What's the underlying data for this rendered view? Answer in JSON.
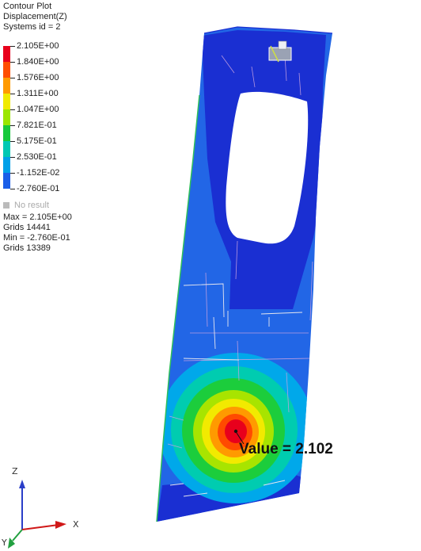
{
  "legend": {
    "title": "Contour Plot",
    "subtitle": "Displacement(Z)",
    "system": "Systems id = 2",
    "levels": [
      {
        "label": "2.105E+00",
        "color": "#e8001c"
      },
      {
        "label": "1.840E+00",
        "color": "#ff4d00"
      },
      {
        "label": "1.576E+00",
        "color": "#ff9a00"
      },
      {
        "label": "1.311E+00",
        "color": "#f0ea00"
      },
      {
        "label": "1.047E+00",
        "color": "#9be600"
      },
      {
        "label": "7.821E-01",
        "color": "#18c93c"
      },
      {
        "label": "5.175E-01",
        "color": "#00c8b4"
      },
      {
        "label": "2.530E-01",
        "color": "#00a0e8"
      },
      {
        "label": "-1.152E-02",
        "color": "#1a5ee8"
      },
      {
        "label": "-2.760E-01",
        "color": "#1e24c8"
      }
    ],
    "no_result": "No result",
    "max_text": "Max = 2.105E+00",
    "max_grid": "Grids 14441",
    "min_text": "Min = -2.760E-01",
    "min_grid": "Grids 13389"
  },
  "viewport": {
    "annotation": "Value = 2.102"
  },
  "triad": {
    "z": "Z",
    "x": "X",
    "y": "Y"
  }
}
